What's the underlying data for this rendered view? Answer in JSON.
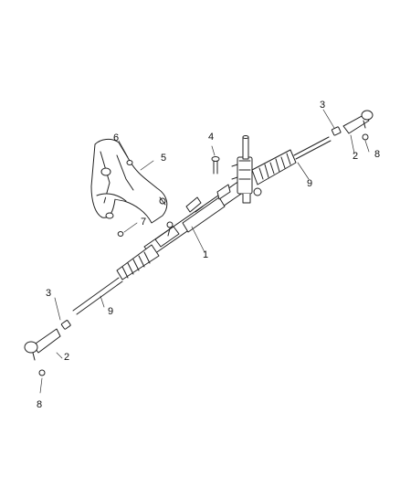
{
  "callouts": [
    {
      "id": "c1",
      "text": "1"
    },
    {
      "id": "c2a",
      "text": "2"
    },
    {
      "id": "c2b",
      "text": "2"
    },
    {
      "id": "c3a",
      "text": "3"
    },
    {
      "id": "c3b",
      "text": "3"
    },
    {
      "id": "c4",
      "text": "4"
    },
    {
      "id": "c5",
      "text": "5"
    },
    {
      "id": "c6",
      "text": "6"
    },
    {
      "id": "c7",
      "text": "7"
    },
    {
      "id": "c8a",
      "text": "8"
    },
    {
      "id": "c8b",
      "text": "8"
    },
    {
      "id": "c9a",
      "text": "9"
    },
    {
      "id": "c9b",
      "text": "9"
    }
  ]
}
